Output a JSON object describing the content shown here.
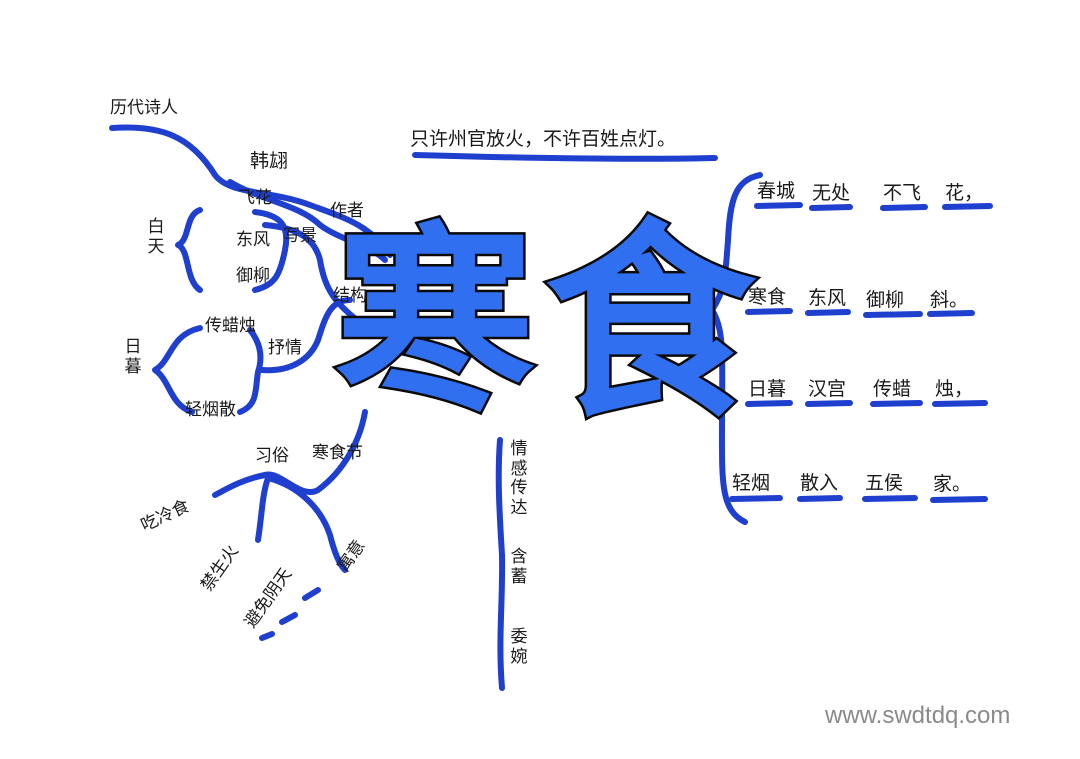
{
  "title": {
    "char1": "寒",
    "char2": "食"
  },
  "top_note": "只许州官放火，不许百姓点灯。",
  "left_branch": {
    "background": "历代诗人",
    "author_label": "作者",
    "author_name": "韩翃",
    "structure_label": "结构",
    "scene_label": "写景",
    "lyric_label": "抒情",
    "day_label": "白天",
    "day_items": [
      "飞花",
      "东风",
      "御柳"
    ],
    "evening_label": "日暮",
    "evening_items": [
      "传蜡烛",
      "轻烟散"
    ]
  },
  "festival_branch": {
    "festival_label": "寒食节",
    "custom_label": "习俗",
    "customs": [
      "吃冷食",
      "禁生火",
      "避免阴天",
      "寓意"
    ]
  },
  "middle_branch": {
    "items": [
      "情感传达",
      "含蓄",
      "委婉"
    ]
  },
  "poem": {
    "lines": [
      [
        "春城",
        "无处",
        "不飞",
        "花，"
      ],
      [
        "寒食",
        "东风",
        "御柳",
        "斜。"
      ],
      [
        "日暮",
        "汉宫",
        "传蜡",
        "烛，"
      ],
      [
        "轻烟",
        "散入",
        "五侯",
        "家。"
      ]
    ]
  },
  "watermark": "www.swdtdq.com",
  "colors": {
    "stroke": "#1f3fcf",
    "title_fill": "#2f6ff0",
    "outline": "#0a0a0a"
  }
}
